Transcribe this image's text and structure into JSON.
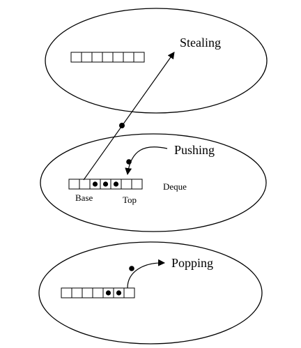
{
  "labels": {
    "stealing": "Stealing",
    "pushing": "Pushing",
    "popping": "Popping",
    "deque": "Deque",
    "base": "Base",
    "top": "Top"
  },
  "colors": {
    "stroke": "#000000",
    "background": "#ffffff"
  }
}
